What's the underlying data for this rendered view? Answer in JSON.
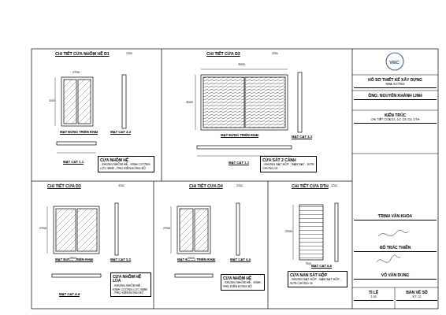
{
  "diagram": {
    "nodes": [
      {
        "text": [
          "CỬA NHÔM HỆ",
          "- KHUNG NHÔM HỆ - KÍNH CƯỜNG LỰC 8MM - PHỤ KIỆN ĐỒNG BỘ"
        ]
      },
      {
        "text": [
          "CỬA SẮT 2 CÁNH",
          "- KHUNG SẮT HỘP - NAN SẮT - SƠN CHỐNG GỈ"
        ]
      },
      {
        "text": [
          "CỬA NHÔM HỆ LÙA",
          "- KHUNG NHÔM HỆ - KÍNH CƯỜNG LỰC 8MM - PHỤ KIỆN ĐỒNG BỘ"
        ]
      },
      {
        "text": [
          "CỬA NHÔM HỆ",
          "- KHUNG NHÔM HỆ - KÍNH - PHỤ KIỆN ĐỒNG BỘ"
        ]
      },
      {
        "text": [
          "CỬA NAN SẮT HỘP",
          "- KHUNG SẮT HỘP - NAN SẮT HỘP - SƠN CHỐNG GỈ"
        ]
      },
      {
        "text": [
          "HỒ SƠ THIẾT KẾ XÂY DỰNG",
          "NHÀ XƯỞNG"
        ]
      },
      {
        "text": [
          "ÔNG: NGUYỄN KHÁNH LINH"
        ]
      },
      {
        "text": [
          "KIẾN TRÚC",
          "CHI TIẾT CỬA D1, D2, D3, D4, DTH"
        ]
      },
      {
        "text": [
          "TRỊNH VĂN KHOA"
        ]
      },
      {
        "text": [
          "ĐỖ TRÁC THIÊN"
        ]
      },
      {
        "text": [
          "VÕ VĂN DUNG"
        ]
      },
      {
        "text": [
          "TỈ LỆ",
          "1:50"
        ]
      },
      {
        "text": [
          "BẢN VẼ SỐ",
          "KT: 21"
        ]
      }
    ],
    "labels": [
      "CHI TIẾT CỬA NHÔM HỆ D1",
      "CHI TIẾT CỬA D2",
      "CHI TIẾT CỬA D3",
      "CHI TIẾT CỬA D4",
      "CHI TIẾT CỬA DTH",
      "MẶT ĐỨNG TRIỂN KHAI",
      "MẶT CẮT 2-2",
      "MẶT CẮT 1-1",
      "MẶT ĐỨNG TRIỂN KHAI",
      "MẶT CẮT 3-3",
      "MẶT CẮT 1-1",
      "MẶT ĐỨNG TRIỂN KHAI",
      "MẶT CẮT 5-5",
      "MẶT CẮT 4-4",
      "MẶT ĐỨNG TRIỂN KHAI",
      "MẶT CẮT 6-6",
      "MẶT CẮT 6-6",
      "1/50",
      "1/50",
      "1/50",
      "1/50",
      "1/50",
      "2700",
      "1000",
      "3000",
      "4000",
      "2700",
      "1800",
      "2700",
      "1600",
      "2500",
      "900",
      "VBC"
    ]
  }
}
